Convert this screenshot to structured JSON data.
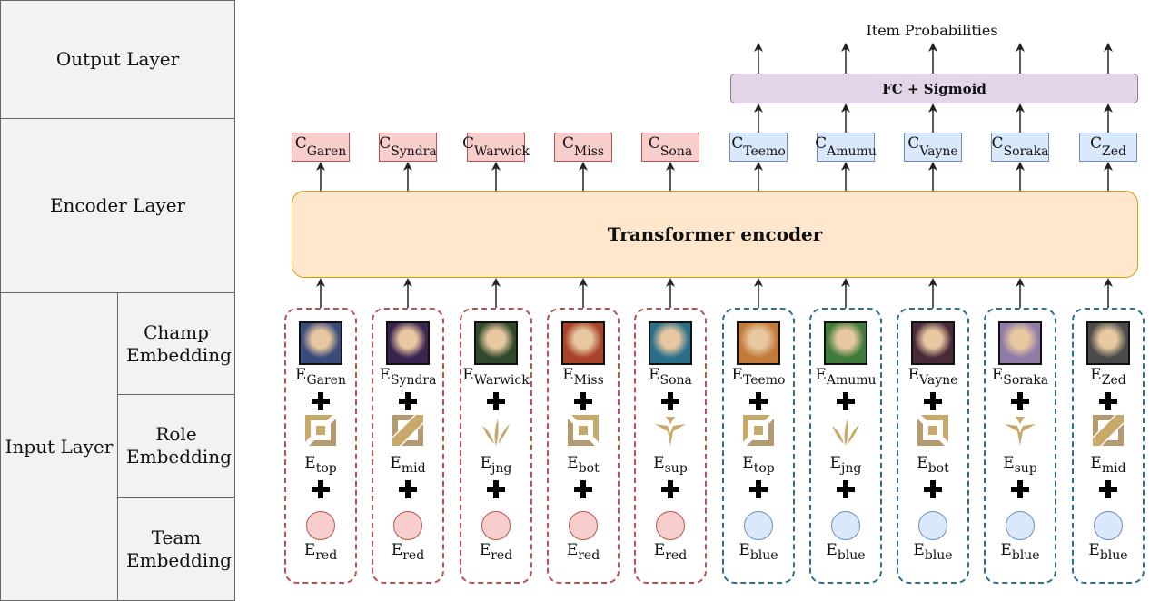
{
  "layers": {
    "output": "Output Layer",
    "encoder": "Encoder Layer",
    "input": "Input Layer",
    "champ": "Champ Embedding",
    "role": "Role Embedding",
    "team": "Team Embedding"
  },
  "encoder_label": "Transformer encoder",
  "fc_label": "FC + Sigmoid",
  "output_title": "Item Probabilities",
  "columns": [
    {
      "champ": "Garen",
      "role": "top",
      "team": "red",
      "portrait_color": "#3a4a7a"
    },
    {
      "champ": "Syndra",
      "role": "mid",
      "team": "red",
      "portrait_color": "#3b2450"
    },
    {
      "champ": "Warwick",
      "role": "jng",
      "team": "red",
      "portrait_color": "#2f4a2a"
    },
    {
      "champ": "Miss",
      "role": "bot",
      "team": "red",
      "portrait_color": "#a8432a"
    },
    {
      "champ": "Sona",
      "role": "sup",
      "team": "red",
      "portrait_color": "#2a6f8a"
    },
    {
      "champ": "Teemo",
      "role": "top",
      "team": "blue",
      "portrait_color": "#c27a3a"
    },
    {
      "champ": "Amumu",
      "role": "jng",
      "team": "blue",
      "portrait_color": "#3e7a3a"
    },
    {
      "champ": "Vayne",
      "role": "bot",
      "team": "blue",
      "portrait_color": "#4a2a3a"
    },
    {
      "champ": "Soraka",
      "role": "sup",
      "team": "blue",
      "portrait_color": "#8f7aa8"
    },
    {
      "champ": "Zed",
      "role": "mid",
      "team": "blue",
      "portrait_color": "#4a4a4a"
    }
  ],
  "symbols": {
    "embedding": "E",
    "contextual": "C"
  },
  "colors": {
    "red_fill": "#f8cecc",
    "red_stroke": "#b85450",
    "blue_fill": "#dae8fc",
    "blue_stroke": "#6c8ebf",
    "encoder_fill": "#ffe6cc",
    "encoder_stroke": "#d79b00",
    "fc_fill": "#e1d5e7",
    "fc_stroke": "#9673a6",
    "role_icon": "#c8a96a"
  },
  "icons": {
    "top": "top-lane-icon",
    "mid": "mid-lane-icon",
    "jng": "jungle-icon",
    "bot": "bot-lane-icon",
    "sup": "support-icon"
  }
}
